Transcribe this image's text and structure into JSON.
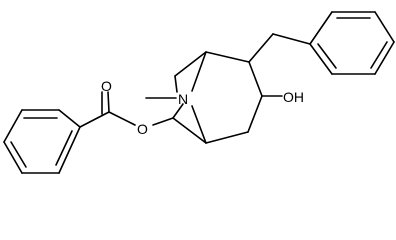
{
  "molecule": {
    "atom_labels": {
      "hydroxyl": "OH",
      "ester_oxygen": "O",
      "carbonyl_oxygen": "O",
      "nitrogen": "N"
    },
    "bond_color": "#000000",
    "background": "#ffffff"
  }
}
